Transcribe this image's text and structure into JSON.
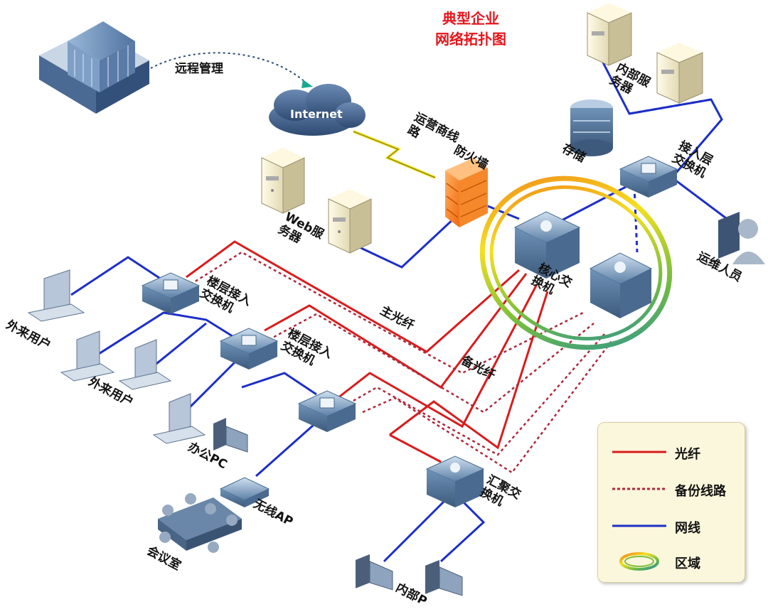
{
  "title": {
    "line1": "典型企业",
    "line2": "网络拓扑图"
  },
  "nodes": {
    "internet": "Internet",
    "remote_mgmt": "远程管理",
    "isp_line": "运营商线路",
    "firewall": "防火墙",
    "web_server": "Web服务器",
    "internal_server": "内部服务器",
    "storage": "存储",
    "access_switch": "接入层交换机",
    "ops_staff": "运维人员",
    "core_switch": "核心交换机",
    "floor_switch_1": "楼层接入交换机",
    "floor_switch_2": "楼层接入交换机",
    "guest_user_1": "外来用户",
    "guest_user_2": "外来用户",
    "office_pc": "办公PC",
    "wireless_ap": "无线AP",
    "meeting_room": "会议室",
    "aggregation_switch": "汇聚交换机",
    "internal_pc": "内部P"
  },
  "links": {
    "main_fiber": "主光纤",
    "backup_fiber": "备光纤"
  },
  "legend": [
    {
      "label": "光纤",
      "kind": "solid",
      "color": "#d91c1c"
    },
    {
      "label": "备份线路",
      "kind": "dotted",
      "color": "#b0283a"
    },
    {
      "label": "网线",
      "kind": "solid",
      "color": "#1c2fc8"
    },
    {
      "label": "区域",
      "kind": "ring",
      "color": "#7bbf3a"
    }
  ],
  "colors": {
    "fiber": "#d91c1c",
    "backup": "#b0283a",
    "ethernet": "#1c2fc8",
    "title": "#e8141b",
    "switch_blue": "#6f93b8"
  }
}
